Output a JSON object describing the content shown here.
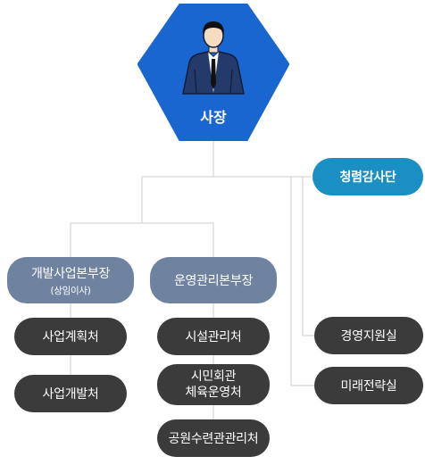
{
  "ceo": {
    "label": "사장",
    "icon": "executive-person-icon",
    "color": "#1a66d0"
  },
  "audit": {
    "label": "청렴감사단",
    "color": "#1a8fc4"
  },
  "divisions": [
    {
      "title": "개발사업본부장",
      "subtitle": "(상임이사)",
      "color": "#6f83a1",
      "offices": [
        "사업계획처",
        "사업개발처"
      ]
    },
    {
      "title": "운영관리본부장",
      "color": "#6f83a1",
      "offices": [
        "시설관리처",
        "시민회관 체육운영처",
        "공원수련관관리처"
      ]
    }
  ],
  "direct_offices": [
    "경영지원실",
    "미래전략실"
  ],
  "office_multiline": {
    "line1": "시민회관",
    "line2": "체육운영처"
  },
  "colors": {
    "office": "#3b3b3b",
    "connector": "#cccccc"
  }
}
